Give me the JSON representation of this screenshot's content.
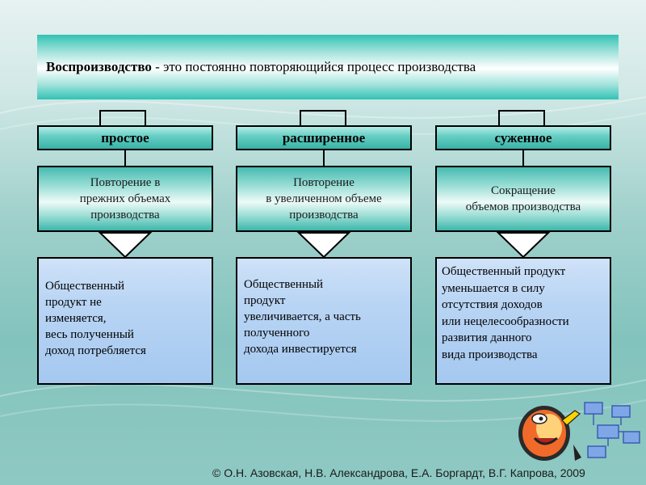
{
  "title": {
    "term": "Воспроизводство",
    "definition": " - это постоянно повторяющийся процесс производства"
  },
  "columns": [
    {
      "header": "простое",
      "description": "Повторение в\nпрежних объемах\nпроизводства",
      "detail": "Общественный\nпродукт не\nизменяется,\nвесь полученный\nдоход потребляется"
    },
    {
      "header": "расширенное",
      "description": "Повторение\n в увеличенном объеме\nпроизводства",
      "detail": "Общественный\nпродукт\nувеличивается, а часть\nполученного\nдохода инвестируется"
    },
    {
      "header": "суженное",
      "description": "Сокращение\n объемов производства",
      "detail": "Общественный продукт\nуменьшается в силу\nотсутствия доходов\nили нецелесообразности\nразвития данного\nвида производства"
    }
  ],
  "footer": {
    "copyright": "© О.Н. Азовская, Н.В. Александрова, Е.А. Боргардт, В.Г. Капрова, 2009"
  },
  "colors": {
    "header_teal": "#37b2a6",
    "detail_blue": "#a5c8f0"
  },
  "icons": {
    "clipart": "cartoon-figure-with-flowchart-icon"
  }
}
